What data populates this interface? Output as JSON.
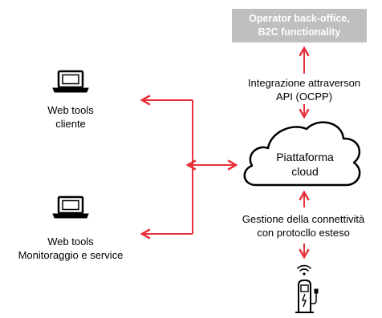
{
  "top_box": {
    "line1": "Operator back-office,",
    "line2": "B2C functionality"
  },
  "api_label": {
    "line1": "Integrazione attraverson",
    "line2": "API (OCPP)"
  },
  "cloud": {
    "line1": "Piattaforma",
    "line2": "cloud"
  },
  "connectivity_label": {
    "line1": "Gestione della connettività",
    "line2": "con protocllo esteso"
  },
  "laptop_top": {
    "line1": "Web tools",
    "line2": "cliente"
  },
  "laptop_bottom": {
    "line1": "Web tools",
    "line2": "Monitoraggio e service"
  },
  "colors": {
    "arrow": "#e8303a",
    "box": "#bfbfbf",
    "line": "#000000"
  },
  "icons": [
    "laptop-icon",
    "laptop-icon",
    "cloud-icon",
    "ev-charger-icon",
    "wifi-icon"
  ]
}
